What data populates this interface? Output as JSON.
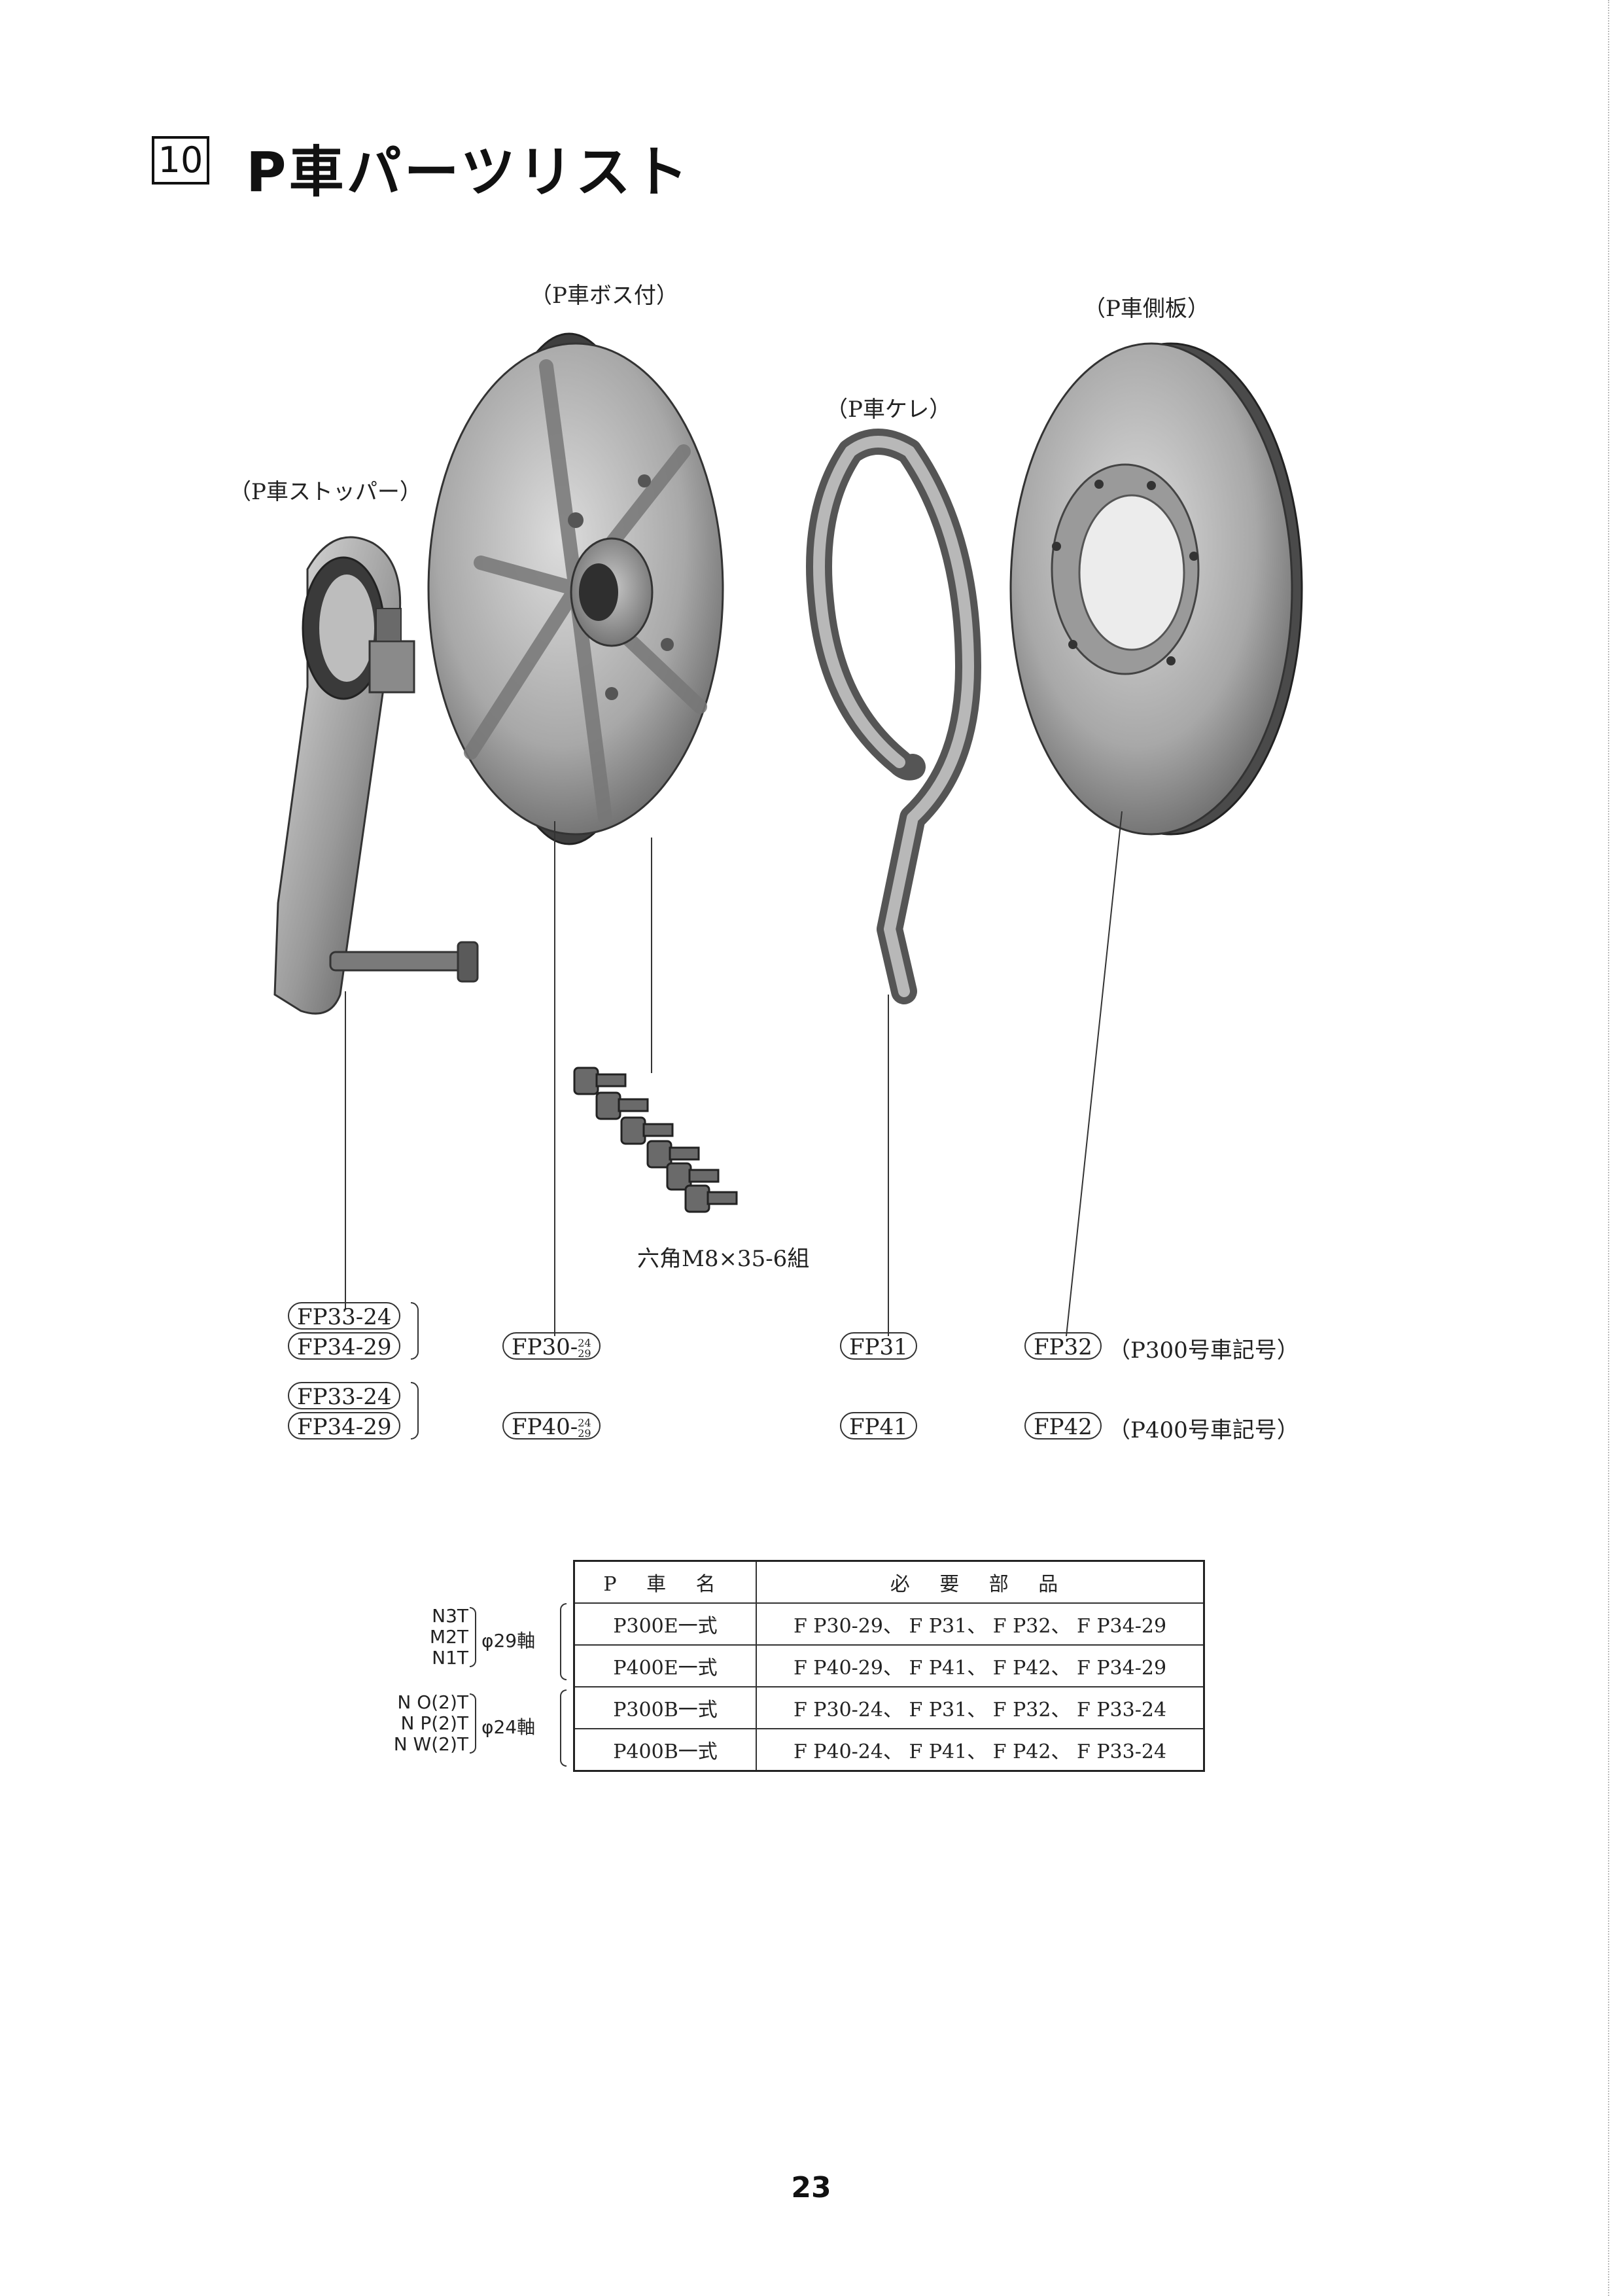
{
  "header": {
    "section_number": "10",
    "title": "P車パーツリスト"
  },
  "parts": {
    "stopper": {
      "caption": "（P車ストッパー）",
      "codes": [
        "FP33-24",
        "FP34-29",
        "FP33-24",
        "FP34-29"
      ]
    },
    "boss": {
      "caption": "（P車ボス付）",
      "code_p300": "FP30-",
      "code_p400": "FP40-",
      "suffix_top": "24",
      "suffix_bottom": "29"
    },
    "bolts": {
      "note": "六角M8×35-6組"
    },
    "kere": {
      "caption": "（P車ケレ）",
      "code_p300": "FP31",
      "code_p400": "FP41"
    },
    "side_plate": {
      "caption": "（P車側板）",
      "code_p300": "FP32",
      "code_p400": "FP42",
      "mark_p300": "（P300号車記号）",
      "mark_p400": "（P400号車記号）"
    }
  },
  "table": {
    "headers": [
      "P 車 名",
      "必 要 部 品"
    ],
    "rows": [
      [
        "P300E一式",
        "F P30-29、 F P31、 F P32、 F P34-29"
      ],
      [
        "P400E一式",
        "F P40-29、 F P41、 F P42、 F P34-29"
      ],
      [
        "P300B一式",
        "F P30-24、 F P31、 F P32、 F P33-24"
      ],
      [
        "P400B一式",
        "F P40-24、 F P41、 F P42、 F P33-24"
      ]
    ],
    "groups": [
      {
        "models": [
          "N3T",
          "M2T",
          "N1T"
        ],
        "shaft": "φ29軸"
      },
      {
        "models": [
          "N O(2)T",
          "N P(2)T",
          "N W(2)T"
        ],
        "shaft": "φ24軸"
      }
    ]
  },
  "page_number": "23"
}
